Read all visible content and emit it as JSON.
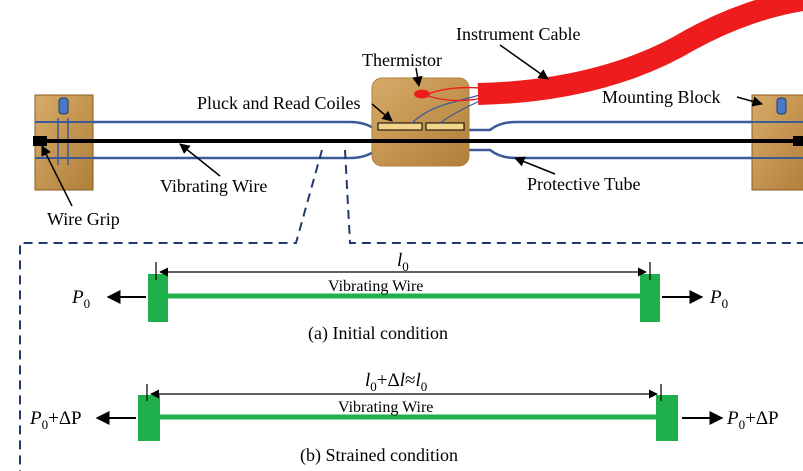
{
  "labels": {
    "instrument_cable": "Instrument Cable",
    "thermistor": "Thermistor",
    "pluck_read_coils": "Pluck and Read Coiles",
    "mounting_block": "Mounting Block",
    "vibrating_wire": "Vibrating Wire",
    "protective_tube": "Protective Tube",
    "wire_grip": "Wire Grip"
  },
  "panel_a": {
    "length_label": "l",
    "length_sub": "0",
    "wire_label": "Vibrating Wire",
    "left_force": "P",
    "left_force_sub": "0",
    "right_force": "P",
    "right_force_sub": "0",
    "caption": "(a) Initial condition"
  },
  "panel_b": {
    "length_l": "l",
    "length_sub": "0",
    "length_mid": "+Δ",
    "length_l2": "l",
    "length_approx": "≈",
    "length_l3": "l",
    "length_sub2": "0",
    "wire_label": "Vibrating Wire",
    "left_force": "P",
    "left_force_sub": "0",
    "left_force_tail": "+ΔP",
    "right_force": "P",
    "right_force_sub": "0",
    "right_force_tail": "+ΔP",
    "caption": "(b) Strained condition"
  },
  "colors": {
    "block": "#c89a56",
    "block_dark": "#8a5a20",
    "tube": "#3b5a9a",
    "cable": "#ee1c1c",
    "wire_green": "#1fb04b",
    "dash": "#1f3a6b",
    "coil": "#f2d48a"
  }
}
